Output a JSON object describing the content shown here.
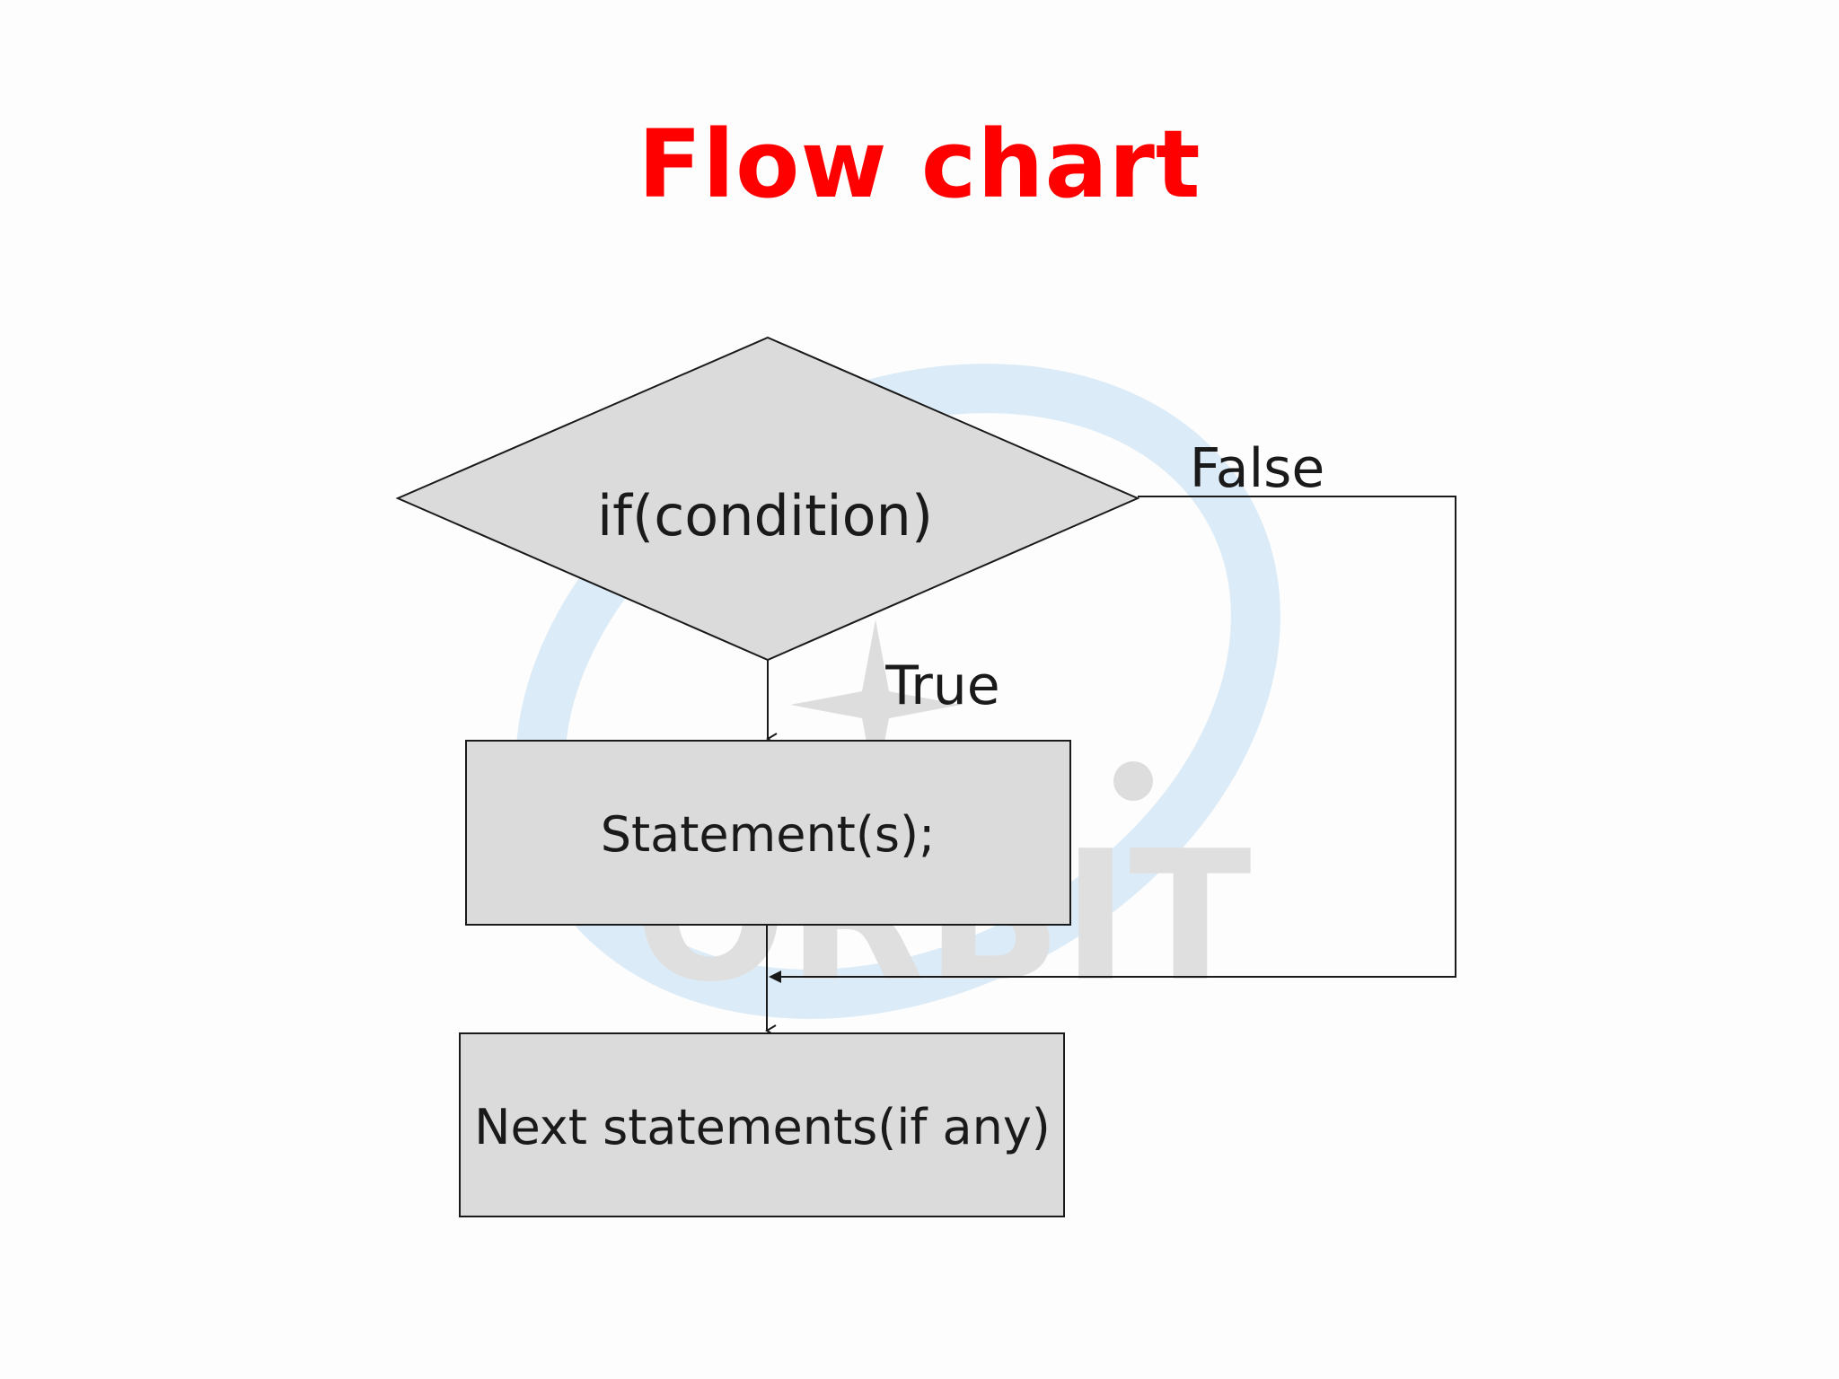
{
  "title": "Flow chart",
  "colors": {
    "title": "#ff0000",
    "shape_fill": "#dcdbdc",
    "stroke": "#1a1a1a",
    "text": "#1a1a1a",
    "watermark_blue": "#d6e9f6",
    "watermark_gray": "#d8d8d8"
  },
  "diagram": {
    "decision": {
      "label": "if(condition)"
    },
    "statement": {
      "label": "Statement(s);"
    },
    "next": {
      "label": "Next statements(if any)"
    },
    "edges": {
      "true_label": "True",
      "false_label": "False"
    }
  },
  "watermark": {
    "text": "ORBIT"
  }
}
